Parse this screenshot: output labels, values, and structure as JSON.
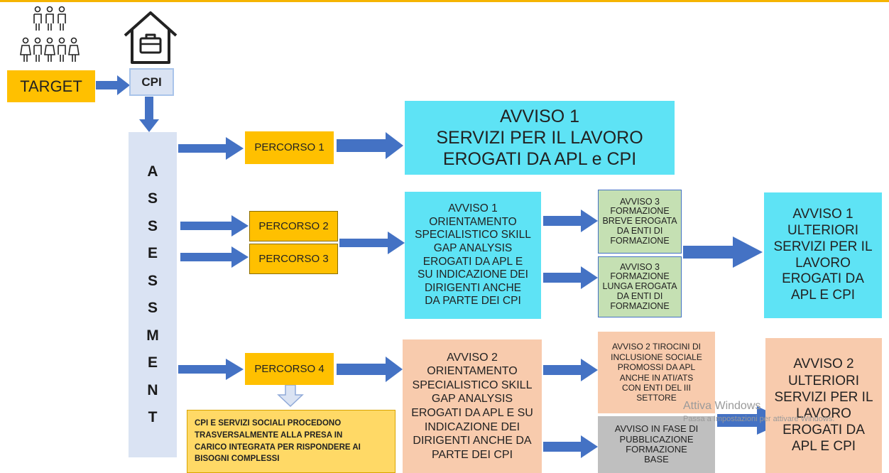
{
  "target_label": "TARGET",
  "cpi_label": "CPI",
  "assessment_letters": [
    "A",
    "S",
    "S",
    "E",
    "S",
    "S",
    "M",
    "E",
    "N",
    "T"
  ],
  "percorsi": [
    "PERCORSO 1",
    "PERCORSO 2",
    "PERCORSO 3",
    "PERCORSO 4"
  ],
  "avviso1_servizi": "AVVISO 1\nSERVIZI PER IL LAVORO\nEROGATI DA APL e CPI",
  "avviso1_orientamento": "AVVISO 1\nORIENTAMENTO\nSPECIALISTICO SKILL\nGAP ANALYSIS\nEROGATI DA APL E\nSU INDICAZIONE DEI\nDIRIGENTI ANCHE\nDA PARTE DEI CPI",
  "avviso3_breve": "AVVISO 3\nFORMAZIONE\nBREVE EROGATA\nDA  ENTI DI\nFORMAZIONE",
  "avviso3_lunga": "AVVISO 3\nFORMAZIONE\nLUNGA EROGATA\nDA  ENTI DI\nFORMAZIONE",
  "avviso1_ulteriori": "AVVISO 1\nULTERIORI\nSERVIZI PER IL\nLAVORO\nEROGATI DA\nAPL E CPI",
  "avviso2_orientamento": "AVVISO 2\nORIENTAMENTO\nSPECIALISTICO SKILL\nGAP ANALYSIS\nEROGATI DA APL E SU\nINDICAZIONE DEI\nDIRIGENTI ANCHE DA\nPARTE DEI CPI",
  "avviso2_tirocini": "AVVISO 2 TIROCINI DI\nINCLUSIONE SOCIALE\nPROMOSSI DA APL\nANCHE IN ATI/ATS\nCON ENTI DEL III\nSETTORE",
  "avviso_fase": "AVVISO IN FASE DI\nPUBBLICAZIONE\nFORMAZIONE\nBASE",
  "avviso2_ulteriori": "AVVISO 2\nULTERIORI\nSERVIZI PER IL\nLAVORO\nEROGATI DA\nAPL E CPI",
  "cpi_servizi_sociali": "CPI E SERVIZI SOCIALI PROCEDONO\nTRASVERSALMENTE ALLA PRESA IN\nCARICO INTEGRATA PER RISPONDERE AI\nBISOGNI COMPLESSI",
  "watermark_title": "Attiva Windows",
  "watermark_sub": "Passa a Impostazioni per attivare Windows.",
  "colors": {
    "cyan": "#5ee3f5",
    "orange": "#ffc000",
    "peach": "#f8cbad",
    "green": "#c5e0b3",
    "gray": "#bfbfbf",
    "arrow": "#4472c4",
    "assessment": "#dae3f3",
    "topbar": "#f5b400"
  }
}
